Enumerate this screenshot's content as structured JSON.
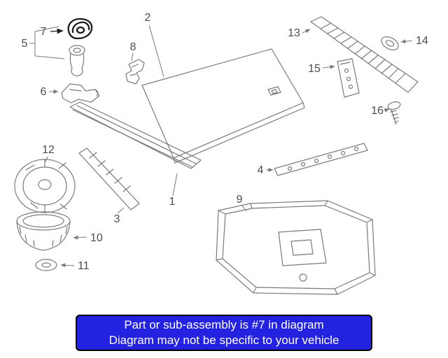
{
  "diagram": {
    "highlighted_part": "7",
    "callouts": [
      "1",
      "2",
      "3",
      "4",
      "5",
      "6",
      "7",
      "8",
      "9",
      "10",
      "11",
      "12",
      "13",
      "14",
      "15",
      "16"
    ]
  },
  "banner": {
    "line1": "Part or sub-assembly is #7 in diagram",
    "line2": "Diagram may not be specific to your vehicle"
  },
  "colors": {
    "banner_background": "#2222e0",
    "banner_border": "#000000",
    "banner_text": "#ffffff",
    "diagram_line": "#7a7a7a",
    "highlight_line": "#1c1c1c",
    "callout_text": "#4d4d4d"
  }
}
